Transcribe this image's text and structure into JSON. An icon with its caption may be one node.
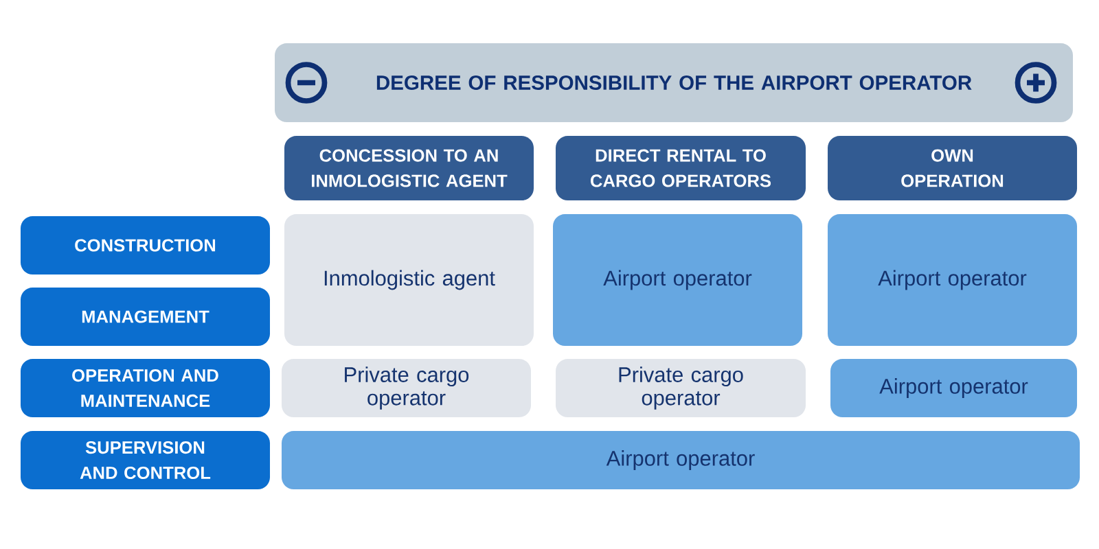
{
  "diagram": {
    "nodes": [
      {
        "text": [
          "DEGREE OF RESPONSIBILITY OF THE AIRPORT OPERATOR"
        ]
      },
      {
        "text": [
          "CONCESSION TO AN INMOLOGISTIC AGENT"
        ]
      },
      {
        "text": [
          "DIRECT RENTAL TO CARGO OPERATORS"
        ]
      },
      {
        "text": [
          "OWN OPERATION"
        ]
      },
      {
        "text": [
          "CONSTRUCTION"
        ]
      },
      {
        "text": [
          "MANAGEMENT"
        ]
      },
      {
        "text": [
          "OPERATION AND MAINTENANCE"
        ]
      },
      {
        "text": [
          "SUPERVISION AND CONTROL"
        ]
      },
      {
        "text": [
          "Inmologistic agent"
        ]
      },
      {
        "text": [
          "Airport operator"
        ]
      },
      {
        "text": [
          "Airport operator"
        ]
      },
      {
        "text": [
          "Private cargo operator"
        ]
      },
      {
        "text": [
          "Private cargo operator"
        ]
      },
      {
        "text": [
          "Airport operator"
        ]
      },
      {
        "text": [
          "Airport operator"
        ]
      }
    ]
  }
}
